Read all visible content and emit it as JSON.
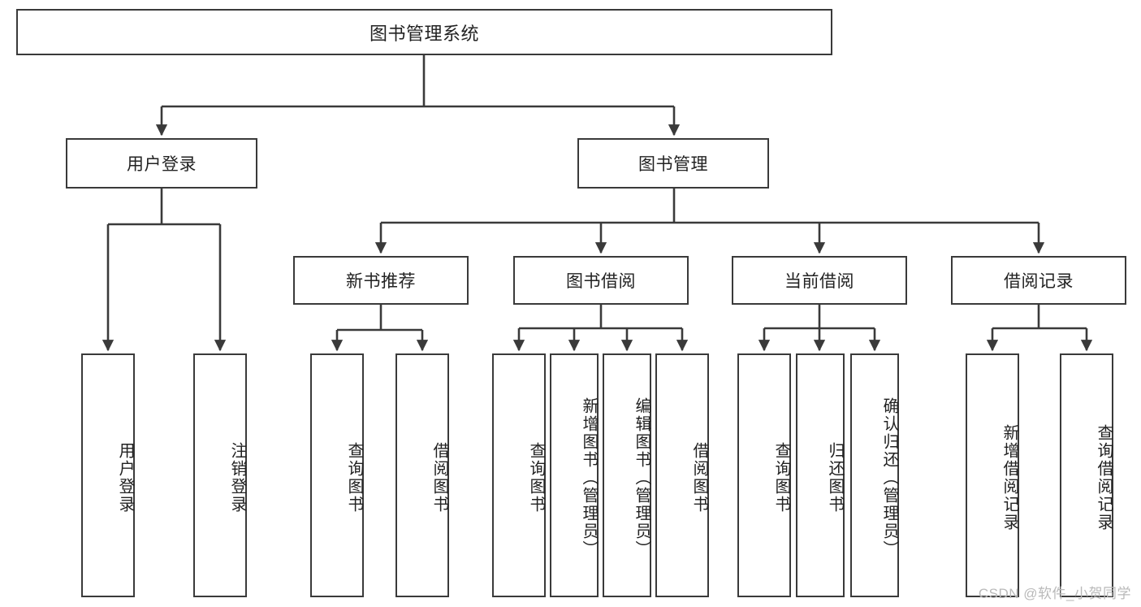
{
  "diagram": {
    "title": "图书管理系统",
    "type": "tree-hierarchy-diagram",
    "colors": {
      "box_border": "#3a3a3a",
      "box_fill": "#ffffff",
      "connector": "#3a3a3a",
      "text": "#222222",
      "watermark": "#b9b9b9",
      "background": "#ffffff"
    },
    "watermark": "CSDN @软件_小贺同学",
    "nodes": {
      "root": {
        "label": "图书管理系统"
      },
      "level2": [
        {
          "id": "user-login",
          "label": "用户登录"
        },
        {
          "id": "book-management",
          "label": "图书管理"
        }
      ],
      "level3": [
        {
          "id": "new-book-recommend",
          "label": "新书推荐"
        },
        {
          "id": "book-borrow",
          "label": "图书借阅"
        },
        {
          "id": "current-borrow",
          "label": "当前借阅"
        },
        {
          "id": "borrow-record",
          "label": "借阅记录"
        }
      ],
      "leaves": {
        "user-login": [
          {
            "id": "leaf-user-login",
            "label": "用户登录"
          },
          {
            "id": "leaf-user-logout",
            "label": "注销登录"
          }
        ],
        "new-book-recommend": [
          {
            "id": "leaf-query-book-1",
            "label": "查询图书"
          },
          {
            "id": "leaf-borrow-book-1",
            "label": "借阅图书"
          }
        ],
        "book-borrow": [
          {
            "id": "leaf-query-book-2",
            "label": "查询图书"
          },
          {
            "id": "leaf-add-book",
            "label": "新增图书（管理员）"
          },
          {
            "id": "leaf-edit-book",
            "label": "编辑图书（管理员）"
          },
          {
            "id": "leaf-borrow-book-2",
            "label": "借阅图书"
          }
        ],
        "current-borrow": [
          {
            "id": "leaf-query-book-3",
            "label": "查询图书"
          },
          {
            "id": "leaf-return-book",
            "label": "归还图书"
          },
          {
            "id": "leaf-confirm-return",
            "label": "确认归还（管理员）"
          }
        ],
        "borrow-record": [
          {
            "id": "leaf-add-record",
            "label": "新增借阅记录"
          },
          {
            "id": "leaf-query-record",
            "label": "查询借阅记录"
          }
        ]
      }
    }
  }
}
